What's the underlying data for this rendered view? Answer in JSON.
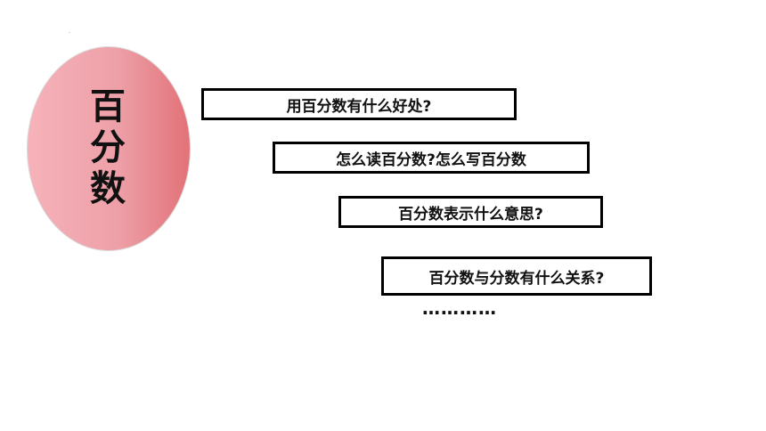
{
  "slide": {
    "mark": ".",
    "topic": "百分数",
    "questions": [
      "用百分数有什么好处?",
      "怎么读百分数?怎么写百分数",
      "百分数表示什么意思?",
      "百分数与分数有什么关系?"
    ],
    "ellipsis": "…………"
  },
  "colors": {
    "oval_light": "#f6b2ba",
    "oval_dark": "#e27278",
    "box_border": "#000000",
    "text": "#111111"
  }
}
